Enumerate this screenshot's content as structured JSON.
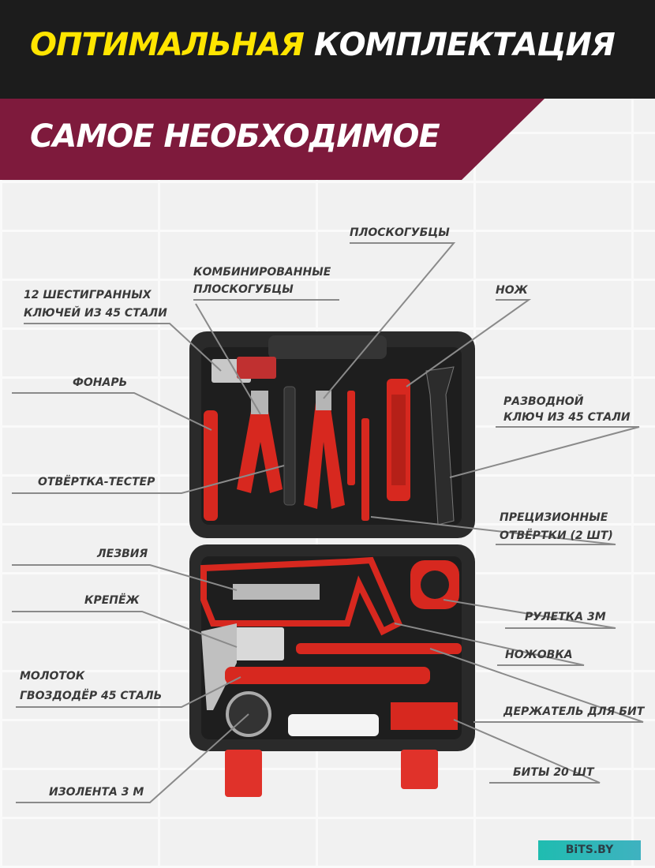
{
  "header": {
    "title_highlight": "ОПТИМАЛЬНАЯ",
    "title_rest": "КОМПЛЕКТАЦИЯ",
    "subtitle": "САМОЕ НЕОБХОДИМОЕ"
  },
  "colors": {
    "header_bg": "#1c1c1c",
    "band": "#7e1a3c",
    "highlight": "#ffe500",
    "accent_red": "#d7281f",
    "case": "#2a2a2a"
  },
  "labels": {
    "pliers": "ПЛОСКОГУБЦЫ",
    "combo_pliers_1": "КОМБИНИРОВАННЫЕ",
    "combo_pliers_2": "ПЛОСКОГУБЦЫ",
    "hex_keys_1": "12 ШЕСТИГРАННЫХ",
    "hex_keys_2": "КЛЮЧЕЙ ИЗ 45 СТАЛИ",
    "knife": "НОЖ",
    "flashlight": "ФОНАРЬ",
    "wrench_1": "РАЗВОДНОЙ",
    "wrench_2": "КЛЮЧ  ИЗ 45 СТАЛИ",
    "tester": "ОТВЁРТКА-ТЕСТЕР",
    "precision_1": "ПРЕЦИЗИОННЫЕ",
    "precision_2": "ОТВЁРТКИ (2 ШТ)",
    "blades": "ЛЕЗВИЯ",
    "fasteners": "КРЕПЁЖ",
    "tape_measure": "РУЛЕТКА 3М",
    "hacksaw": "НОЖОВКА",
    "hammer_1": "МОЛОТОК",
    "hammer_2": "ГВОЗДОДЁР 45 СТАЛЬ",
    "bit_holder": "ДЕРЖАТЕЛЬ ДЛЯ БИТ",
    "bits": "БИТЫ 20 ШТ",
    "tape": "ИЗОЛЕНТА 3 М"
  },
  "watermark": "BiTS.BY"
}
